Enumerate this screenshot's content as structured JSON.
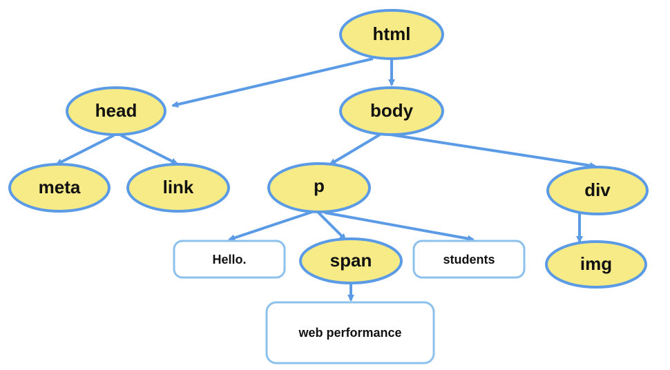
{
  "colors": {
    "element_fill": "#F6EB86",
    "element_stroke": "#5B9BE6",
    "text_node_stroke": "#8CC1EE",
    "edge": "#5B9BE6"
  },
  "nodes": {
    "html": "html",
    "head": "head",
    "body": "body",
    "meta": "meta",
    "link": "link",
    "p": "p",
    "div": "div",
    "img": "img",
    "span": "span",
    "hello": "Hello.",
    "students": "students",
    "web_performance": "web performance"
  }
}
